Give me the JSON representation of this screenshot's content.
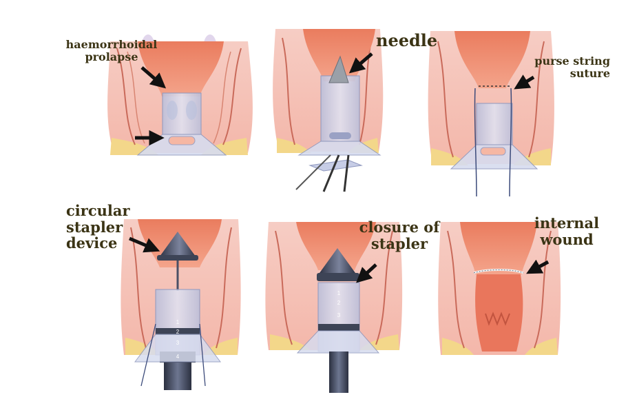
{
  "labels": {
    "haemorrhoidal_prolapse": [
      "haemorrhoidal",
      "prolapse"
    ],
    "needle": "needle",
    "purse_string_suture": [
      "purse string",
      "suture"
    ],
    "circular_stapler_device": [
      "circular",
      "stapler",
      "device"
    ],
    "closure_of_stapler": [
      "closure of",
      "stapler"
    ],
    "internal_wound": [
      "internal",
      "wound"
    ]
  },
  "stapler_marks": [
    "1",
    "2",
    "3",
    "4"
  ],
  "colors": {
    "label_text": "#3b3415",
    "tissue_pink": "#f2b8ad",
    "tissue_red": "#e07a62",
    "mucosa": "#f19a7f",
    "fold_lines": "#c96a5a",
    "fat_yellow": "#f3d78a",
    "device_glass": "#c7cde6",
    "device_dark": "#3d4456",
    "arrow": "#111111"
  }
}
